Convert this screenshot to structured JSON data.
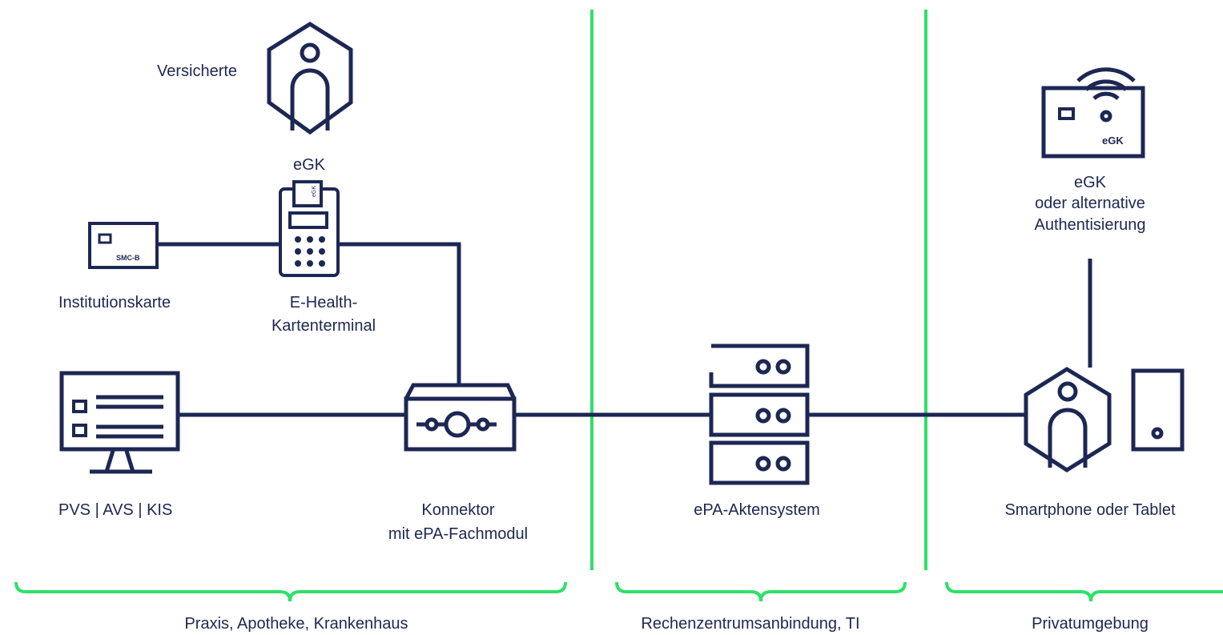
{
  "colors": {
    "navy": "#1d2753",
    "green": "#2fe06a"
  },
  "labels": {
    "versicherte": "Versicherte",
    "egk_top": "eGK",
    "institutionskarte": "Institutionskarte",
    "terminal_line1": "E-Health-",
    "terminal_line2": "Kartenterminal",
    "pvs": "PVS  |  AVS  |  KIS",
    "konnektor_line1": "Konnektor",
    "konnektor_line2": "mit ePA-Fachmodul",
    "aktensystem": "ePA-Aktensystem",
    "egk_right_line1": "eGK",
    "egk_right_line2": "oder alternative",
    "egk_right_line3": "Authentisierung",
    "smartphone": "Smartphone oder Tablet"
  },
  "icon_text": {
    "smcb": "SMC-B",
    "egk_card": "eGK",
    "terminal_card": "eGK"
  },
  "zones": [
    {
      "label": "Praxis, Apotheke, Krankenhaus"
    },
    {
      "label": "Rechenzentrumsanbindung, TI"
    },
    {
      "label": "Privatumgebung"
    }
  ]
}
